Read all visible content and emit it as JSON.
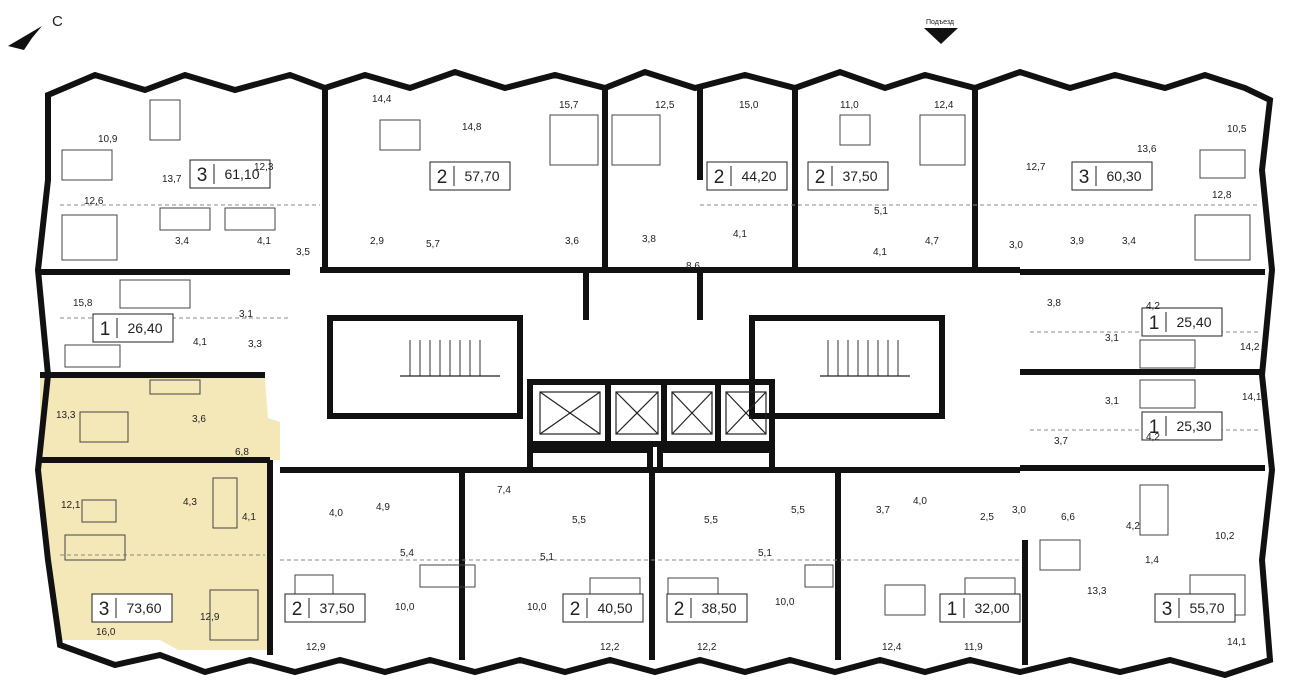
{
  "compass": {
    "letter": "С"
  },
  "entrance": {
    "label": "Подъезд"
  },
  "colors": {
    "highlight": "#f5e8b8",
    "wall": "#111111",
    "background": "#ffffff"
  },
  "units": [
    {
      "id": "u1",
      "rooms": "3",
      "area": "61,10",
      "highlighted": false
    },
    {
      "id": "u2",
      "rooms": "2",
      "area": "57,70",
      "highlighted": false
    },
    {
      "id": "u3",
      "rooms": "2",
      "area": "44,20",
      "highlighted": false
    },
    {
      "id": "u4",
      "rooms": "2",
      "area": "37,50",
      "highlighted": false
    },
    {
      "id": "u5",
      "rooms": "3",
      "area": "60,30",
      "highlighted": false
    },
    {
      "id": "u6",
      "rooms": "1",
      "area": "26,40",
      "highlighted": false
    },
    {
      "id": "u7",
      "rooms": "1",
      "area": "25,40",
      "highlighted": false
    },
    {
      "id": "u8",
      "rooms": "1",
      "area": "25,30",
      "highlighted": false
    },
    {
      "id": "u9",
      "rooms": "3",
      "area": "73,60",
      "highlighted": true
    },
    {
      "id": "u10",
      "rooms": "2",
      "area": "37,50",
      "highlighted": false
    },
    {
      "id": "u11",
      "rooms": "2",
      "area": "40,50",
      "highlighted": false
    },
    {
      "id": "u12",
      "rooms": "2",
      "area": "38,50",
      "highlighted": false
    },
    {
      "id": "u13",
      "rooms": "1",
      "area": "32,00",
      "highlighted": false
    },
    {
      "id": "u14",
      "rooms": "3",
      "area": "55,70",
      "highlighted": false
    }
  ],
  "room_areas": [
    "10,9",
    "13,7",
    "12,3",
    "14,4",
    "14,8",
    "15,7",
    "12,5",
    "15,0",
    "11,0",
    "12,4",
    "12,7",
    "13,6",
    "10,5",
    "12,6",
    "3,4",
    "4,1",
    "3,5",
    "2,9",
    "5,7",
    "3,6",
    "3,8",
    "8,6",
    "4,1",
    "5,1",
    "4,1",
    "4,7",
    "3,0",
    "3,9",
    "3,4",
    "12,8",
    "15,8",
    "3,1",
    "4,1",
    "3,3",
    "3,8",
    "4,2",
    "3,1",
    "14,2",
    "13,3",
    "3,6",
    "6,8",
    "3,1",
    "14,1",
    "3,7",
    "4,2",
    "12,1",
    "4,3",
    "4,1",
    "4,0",
    "4,9",
    "7,4",
    "5,5",
    "5,5",
    "5,5",
    "3,7",
    "4,0",
    "2,5",
    "3,0",
    "6,6",
    "4,2",
    "10,2",
    "5,4",
    "5,1",
    "5,1",
    "1,4",
    "12,9",
    "16,0",
    "10,0",
    "10,0",
    "10,0",
    "13,3",
    "12,9",
    "12,2",
    "12,2",
    "12,4",
    "11,9",
    "14,1"
  ]
}
